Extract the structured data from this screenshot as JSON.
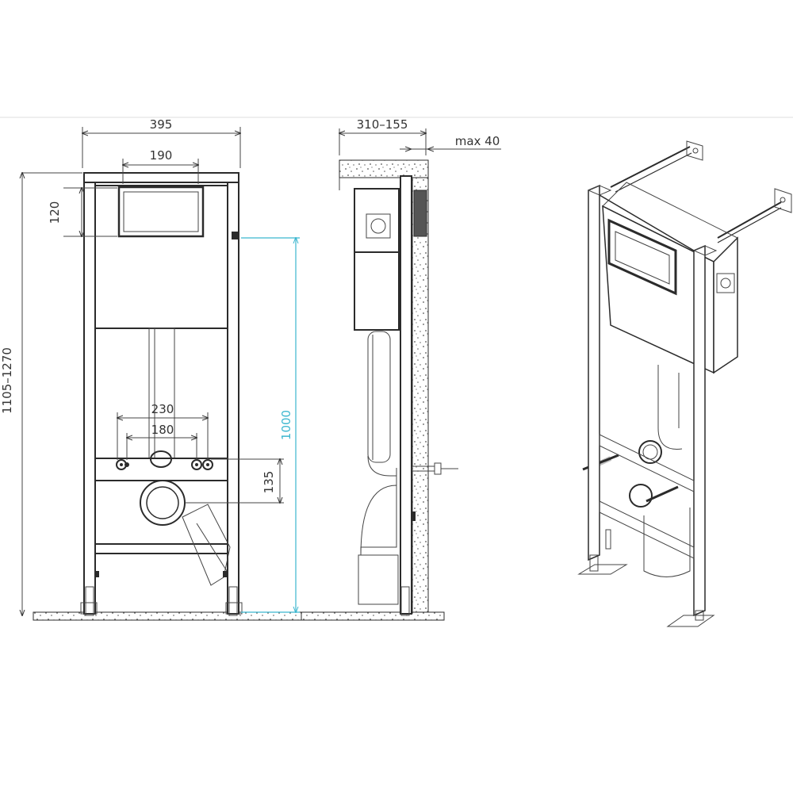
{
  "dimensions": {
    "width_total": "395",
    "button_width": "190",
    "button_height": "120",
    "frame_height": "1105–1270",
    "pipe_spacing_outer": "230",
    "pipe_spacing_inner": "180",
    "drain_height": "135",
    "button_elevation": "1000",
    "depth": "310–155",
    "wall_gap": "max 40"
  },
  "colors": {
    "line": "#2b2b2b",
    "accent_dimension": "#3bb6cf",
    "background": "#ffffff"
  }
}
